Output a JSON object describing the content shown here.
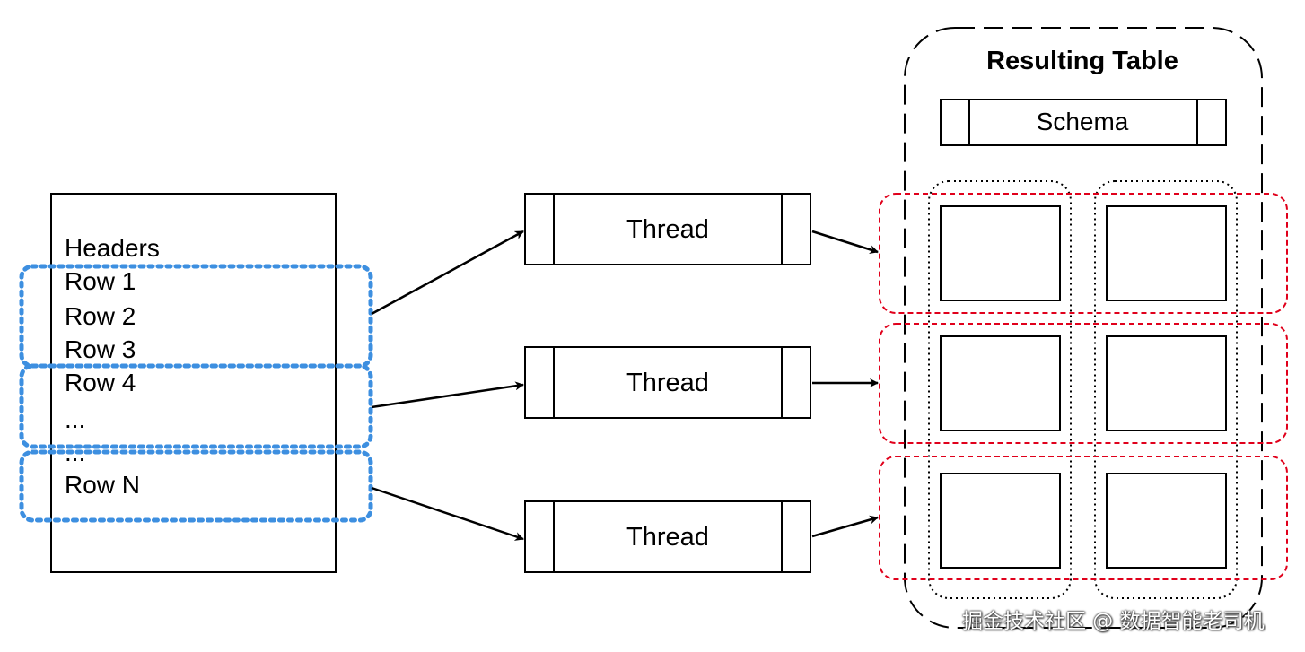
{
  "source": {
    "lines": [
      "Headers",
      "Row 1",
      "Row 2",
      "Row 3",
      "Row 4",
      "...",
      "...",
      "Row N"
    ]
  },
  "threads": [
    "Thread",
    "Thread",
    "Thread"
  ],
  "result": {
    "title": "Resulting Table",
    "schema": "Schema"
  },
  "watermark": "掘金技术社区 @ 数据智能老司机",
  "colors": {
    "line": "#000000",
    "partition": "#3d8fe0",
    "row_group": "#e0001b"
  }
}
